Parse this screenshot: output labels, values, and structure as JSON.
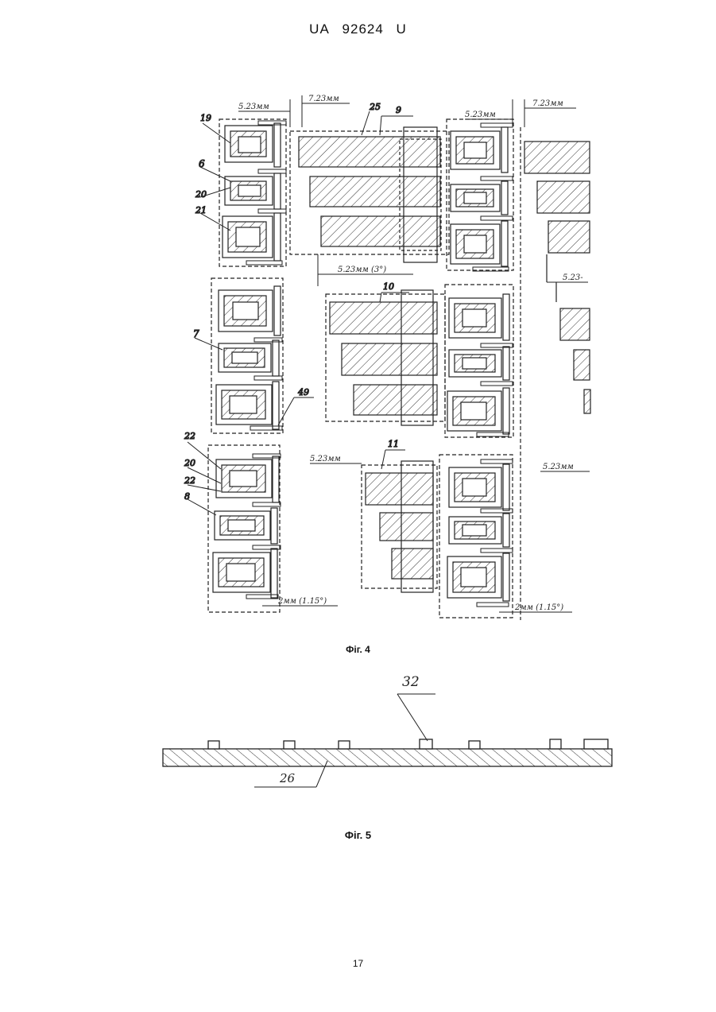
{
  "header": {
    "country": "UA",
    "number": "92624",
    "kind": "U"
  },
  "figure4": {
    "caption": "Фіг. 4",
    "dimensions": {
      "d523": "5.23мм",
      "d723": "7.23мм",
      "d523_3deg": "5.23мм (3°)",
      "d523_short": "5.23-",
      "d523_left": "5.23мм",
      "d2mm": "2мм (1.15°)"
    },
    "labels": {
      "l19": "19",
      "l6": "6",
      "l20": "20",
      "l21": "21",
      "l7": "7",
      "l22a": "22",
      "l20b": "20",
      "l22b": "22",
      "l8": "8",
      "l49": "49",
      "l25": "25",
      "l9": "9",
      "l10": "10",
      "l11": "11"
    }
  },
  "figure5": {
    "caption": "Фіг. 5",
    "labels": {
      "l32": "32",
      "l26": "26"
    }
  },
  "footer": {
    "page_number": "17"
  }
}
